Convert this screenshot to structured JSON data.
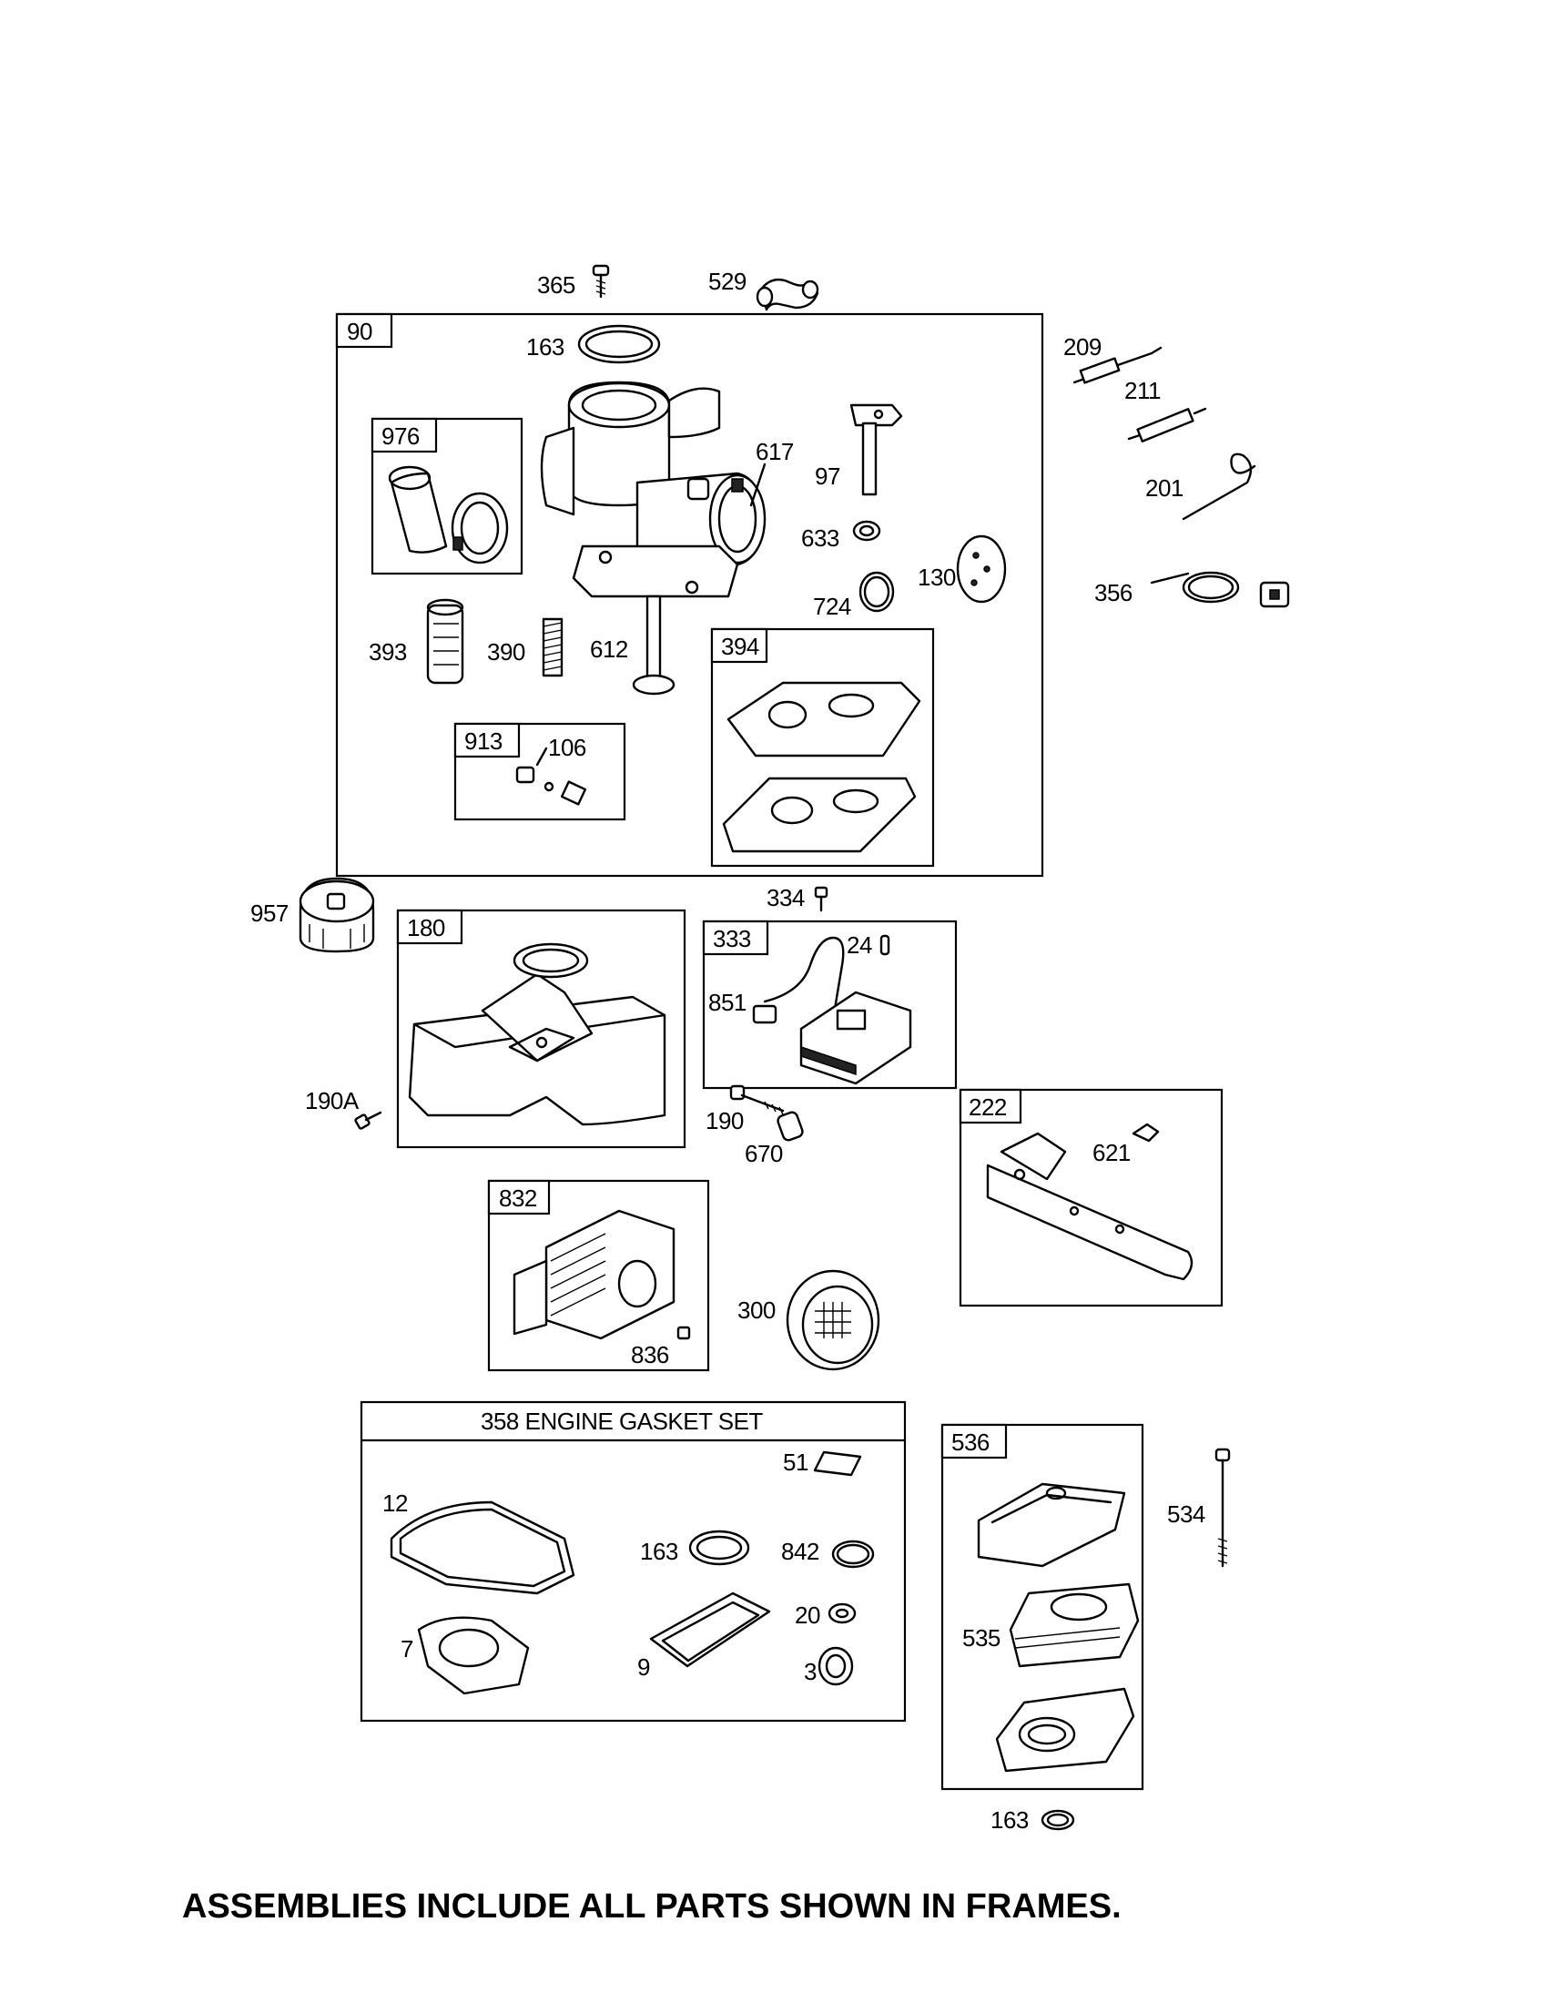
{
  "diagram": {
    "frames": [
      {
        "id": "90"
      },
      {
        "id": "976"
      },
      {
        "id": "913"
      },
      {
        "id": "394"
      },
      {
        "id": "180"
      },
      {
        "id": "333"
      },
      {
        "id": "222"
      },
      {
        "id": "832"
      },
      {
        "id": "358",
        "title": "358  ENGINE GASKET SET"
      },
      {
        "id": "536"
      }
    ],
    "part_labels": {
      "p365": "365",
      "p529": "529",
      "p163a": "163",
      "p617": "617",
      "p97": "97",
      "p633": "633",
      "p130": "130",
      "p724": "724",
      "p393": "393",
      "p390": "390",
      "p612": "612",
      "p106": "106",
      "p209": "209",
      "p211": "211",
      "p201": "201",
      "p356": "356",
      "p957": "957",
      "p334": "334",
      "p24": "24",
      "p851": "851",
      "p190A": "190A",
      "p190": "190",
      "p670": "670",
      "p621": "621",
      "p300": "300",
      "p836": "836",
      "p51": "51",
      "p12": "12",
      "p163b": "163",
      "p842": "842",
      "p20": "20",
      "p7": "7",
      "p9": "9",
      "p3": "3",
      "p534": "534",
      "p535": "535",
      "p163c": "163"
    },
    "footer": "ASSEMBLIES INCLUDE ALL PARTS SHOWN IN FRAMES."
  }
}
